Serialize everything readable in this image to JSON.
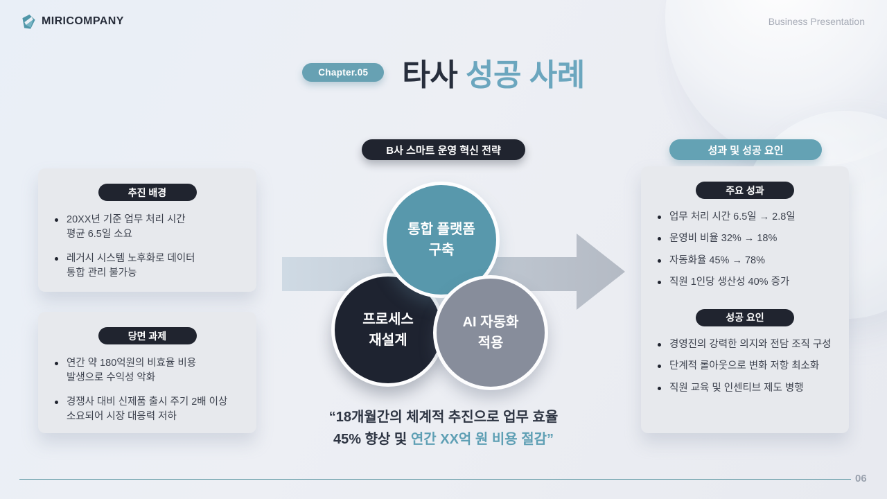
{
  "colors": {
    "accent_teal": "#64a2b4",
    "dark_navy": "#20242f",
    "circle_teal": "#5898ac",
    "circle_dark": "#1e2330",
    "circle_gray": "#878d9b",
    "footer_line": "#55929e",
    "card_bg": "#e7e9ed"
  },
  "header": {
    "logo_text": "MIRICOMPANY",
    "right_label": "Business Presentation"
  },
  "title": {
    "chapter_badge": "Chapter.05",
    "dark_part": "타사",
    "accent_part": "성공 사례"
  },
  "center": {
    "strategy_badge": "B사 스마트 운영 혁신 전략",
    "circles": [
      {
        "name": "integrated-platform",
        "line1": "통합 플랫폼",
        "line2": "구축"
      },
      {
        "name": "process-redesign",
        "line1": "프로세스",
        "line2": "재설계"
      },
      {
        "name": "ai-automation",
        "line1": "AI 자동화",
        "line2": "적용"
      }
    ],
    "quote_line1": "“18개월간의 체계적 추진으로 업무 효율",
    "quote_line2_prefix": "45% 향상 및 ",
    "quote_line2_accent": "연간 XX억 원 비용 절감”"
  },
  "left_panel": {
    "cards": [
      {
        "badge": "추진 배경",
        "bullets": [
          "20XX년 기준 업무 처리 시간\n평균 6.5일 소요",
          "레거시 시스템 노후화로 데이터\n통합 관리 불가능"
        ]
      },
      {
        "badge": "당면 과제",
        "bullets": [
          "연간 약 180억원의 비효율 비용\n발생으로 수익성 악화",
          "경쟁사 대비 신제품 출시 주기 2배 이상\n소요되어 시장 대응력 저하"
        ]
      }
    ]
  },
  "right_panel": {
    "header_badge": "성과 및 성공 요인",
    "sections": [
      {
        "badge": "주요 성과",
        "bullets": [
          "업무 처리 시간 6.5일 → 2.8일",
          "운영비 비율 32% → 18%",
          "자동화율 45% → 78%",
          "직원 1인당 생산성 40% 증가"
        ]
      },
      {
        "badge": "성공 요인",
        "bullets": [
          "경영진의 강력한 의지와 전담 조직 구성",
          "단계적 롤아웃으로 변화 저항 최소화",
          "직원 교육 및 인센티브 제도 병행"
        ]
      }
    ]
  },
  "footer": {
    "page_number": "06"
  }
}
